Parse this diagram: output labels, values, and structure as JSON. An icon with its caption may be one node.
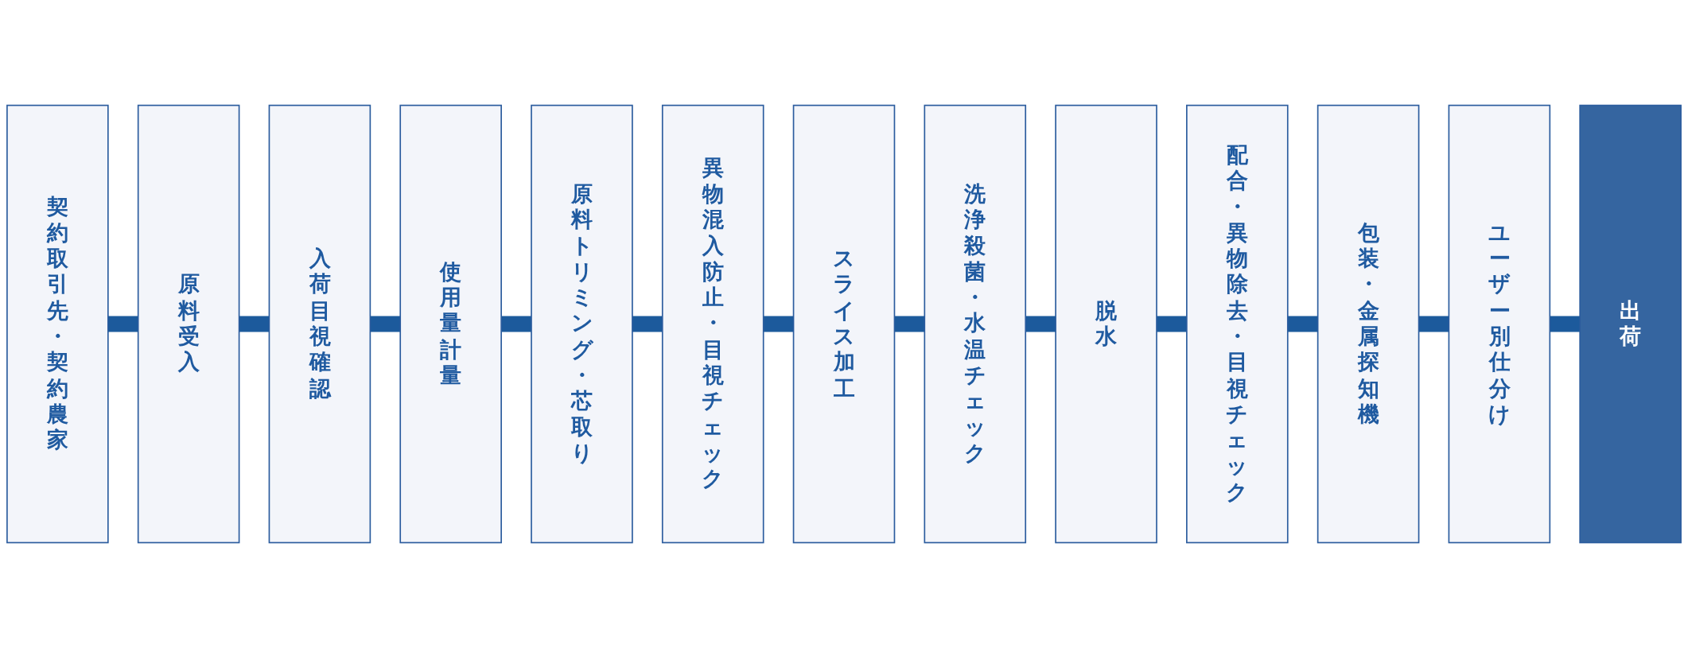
{
  "diagram": {
    "nodes": [
      {
        "text": [
          "契約取引先・契約農家"
        ]
      },
      {
        "text": [
          "原料受入"
        ]
      },
      {
        "text": [
          "入荷目視確認"
        ]
      },
      {
        "text": [
          "使用量計量"
        ]
      },
      {
        "text": [
          "原料トリミング・芯取り"
        ]
      },
      {
        "text": [
          "異物混入防止・目視チェック"
        ]
      },
      {
        "text": [
          "スライス加工"
        ]
      },
      {
        "text": [
          "洗浄殺菌・水温チェック"
        ]
      },
      {
        "text": [
          "脱水"
        ]
      },
      {
        "text": [
          "配合・異物除去・目視チェック"
        ]
      },
      {
        "text": [
          "包装・金属探知機"
        ]
      },
      {
        "text": [
          "ユーザー別仕分け"
        ]
      },
      {
        "text": [
          "出荷"
        ]
      }
    ],
    "edges": [
      {
        "from": 0,
        "to": 1,
        "arrow": "none"
      },
      {
        "from": 1,
        "to": 2,
        "arrow": "none"
      },
      {
        "from": 2,
        "to": 3,
        "arrow": "none"
      },
      {
        "from": 3,
        "to": 4,
        "arrow": "none"
      },
      {
        "from": 4,
        "to": 5,
        "arrow": "none"
      },
      {
        "from": 5,
        "to": 6,
        "arrow": "none"
      },
      {
        "from": 6,
        "to": 7,
        "arrow": "none"
      },
      {
        "from": 7,
        "to": 8,
        "arrow": "none"
      },
      {
        "from": 8,
        "to": 9,
        "arrow": "none"
      },
      {
        "from": 9,
        "to": 10,
        "arrow": "none"
      },
      {
        "from": 10,
        "to": 11,
        "arrow": "none"
      },
      {
        "from": 11,
        "to": 12,
        "arrow": "none"
      }
    ]
  }
}
